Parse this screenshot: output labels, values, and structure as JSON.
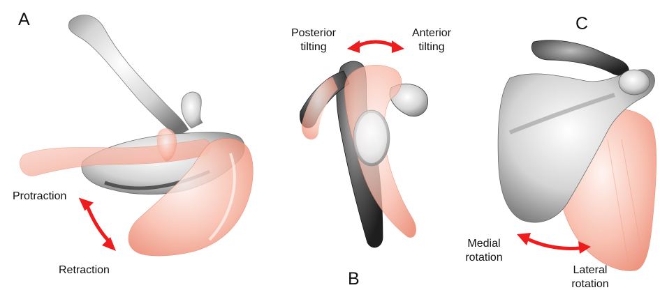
{
  "figure": {
    "panels": [
      {
        "letter": "A",
        "motion": "protraction-retraction",
        "labels": [
          "Protraction",
          "Retraction"
        ]
      },
      {
        "letter": "B",
        "motion": "posterior-anterior-tilting",
        "labels": [
          "Posterior",
          "tilting",
          "Anterior",
          "tilting"
        ]
      },
      {
        "letter": "C",
        "motion": "medial-lateral-rotation",
        "labels": [
          "Medial",
          "rotation",
          "Lateral",
          "rotation"
        ]
      }
    ],
    "colors": {
      "bone_gray": "#c8c8c8",
      "bone_gray_dark": "#3a3a3a",
      "bone_salmon": "#f4a08c",
      "arrow_red": "#ee1c1c"
    }
  }
}
